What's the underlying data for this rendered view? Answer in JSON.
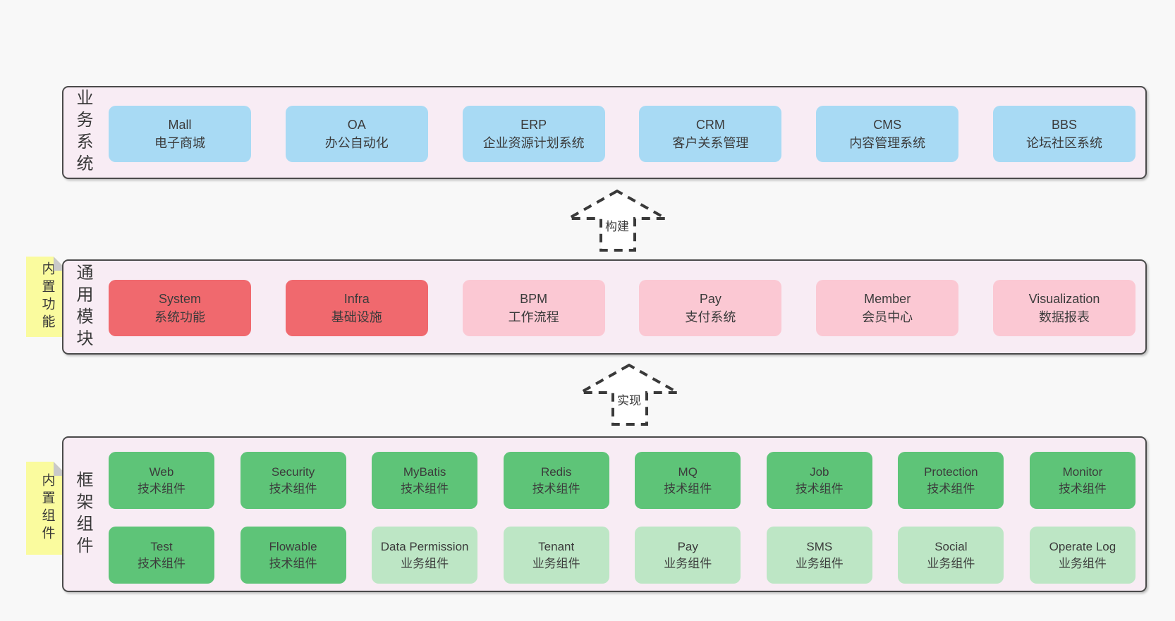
{
  "colors": {
    "page_bg": "#f8f8f8",
    "section_bg": "#f8ecf4",
    "section_border": "#4a4a4a",
    "blue_box": "#a8daf4",
    "red_box": "#f0696e",
    "pink_box": "#fbc8d3",
    "green_box": "#5ec478",
    "light_green_box": "#bde6c5",
    "sticky_bg": "#fafb9e",
    "sticky_fold": "#c9c9c9",
    "text": "#3d3d3d",
    "arrow_stroke": "#3a3a3a"
  },
  "layers": [
    {
      "label": "业务系统",
      "rows": [
        [
          {
            "title": "Mall",
            "subtitle": "电子商城"
          },
          {
            "title": "OA",
            "subtitle": "办公自动化"
          },
          {
            "title": "ERP",
            "subtitle": "企业资源计划系统"
          },
          {
            "title": "CRM",
            "subtitle": "客户关系管理"
          },
          {
            "title": "CMS",
            "subtitle": "内容管理系统"
          },
          {
            "title": "BBS",
            "subtitle": "论坛社区系统"
          }
        ]
      ]
    },
    {
      "label": "通用模块",
      "sticky": "内置功能",
      "rows": [
        [
          {
            "title": "System",
            "subtitle": "系统功能"
          },
          {
            "title": "Infra",
            "subtitle": "基础设施"
          },
          {
            "title": "BPM",
            "subtitle": "工作流程"
          },
          {
            "title": "Pay",
            "subtitle": "支付系统"
          },
          {
            "title": "Member",
            "subtitle": "会员中心"
          },
          {
            "title": "Visualization",
            "subtitle": "数据报表"
          }
        ]
      ]
    },
    {
      "label": "框架组件",
      "sticky": "内置组件",
      "rows": [
        [
          {
            "title": "Web",
            "subtitle": "技术组件"
          },
          {
            "title": "Security",
            "subtitle": "技术组件"
          },
          {
            "title": "MyBatis",
            "subtitle": "技术组件"
          },
          {
            "title": "Redis",
            "subtitle": "技术组件"
          },
          {
            "title": "MQ",
            "subtitle": "技术组件"
          },
          {
            "title": "Job",
            "subtitle": "技术组件"
          },
          {
            "title": "Protection",
            "subtitle": "技术组件"
          },
          {
            "title": "Monitor",
            "subtitle": "技术组件"
          }
        ],
        [
          {
            "title": "Test",
            "subtitle": "技术组件"
          },
          {
            "title": "Flowable",
            "subtitle": "技术组件"
          },
          {
            "title": "Data Permission",
            "subtitle": "业务组件"
          },
          {
            "title": "Tenant",
            "subtitle": "业务组件"
          },
          {
            "title": "Pay",
            "subtitle": "业务组件"
          },
          {
            "title": "SMS",
            "subtitle": "业务组件"
          },
          {
            "title": "Social",
            "subtitle": "业务组件"
          },
          {
            "title": "Operate Log",
            "subtitle": "业务组件"
          }
        ]
      ]
    }
  ],
  "arrows": [
    {
      "label": "构建"
    },
    {
      "label": "实现"
    }
  ]
}
